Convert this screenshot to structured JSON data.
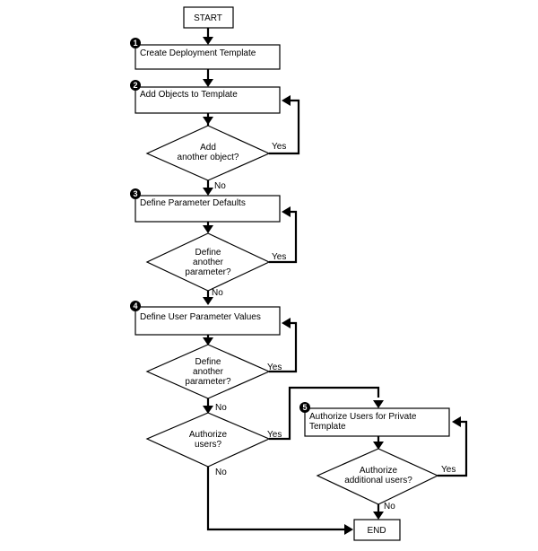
{
  "start": "START",
  "end": "END",
  "steps": [
    {
      "number": "1",
      "label": "Create Deployment Template"
    },
    {
      "number": "2",
      "label": "Add Objects to Template"
    },
    {
      "number": "3",
      "label": "Define Parameter Defaults"
    },
    {
      "number": "4",
      "label": "Define User Parameter Values"
    },
    {
      "number": "5",
      "label_lines": [
        "Authorize Users for Private",
        "Template"
      ]
    }
  ],
  "decisions": [
    {
      "lines": [
        "Add",
        "another object?"
      ]
    },
    {
      "lines": [
        "Define",
        "another",
        "parameter?"
      ]
    },
    {
      "lines": [
        "Define",
        "another",
        "parameter?"
      ]
    },
    {
      "lines": [
        "Authorize",
        "users?"
      ]
    },
    {
      "lines": [
        "Authorize",
        "additional users?"
      ]
    }
  ],
  "yes": "Yes",
  "no": "No"
}
